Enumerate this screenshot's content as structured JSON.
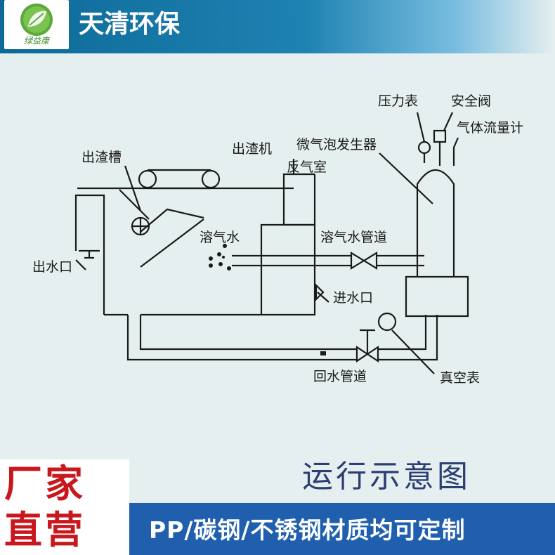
{
  "header": {
    "brand_name": "天清环保",
    "logo_script": "绿益康"
  },
  "diagram": {
    "labels": {
      "pressure_gauge": "压力表",
      "safety_valve": "安全阀",
      "gas_flowmeter": "气体流量计",
      "microbubble_generator": "微气泡发生器",
      "slag_machine": "出渣机",
      "reaction_chamber": "反气室",
      "slag_trough": "出渣槽",
      "dissolved_air_water": "溶气水",
      "dissolved_air_pipe": "溶气水管道",
      "water_outlet": "出水口",
      "water_inlet": "进水口",
      "return_pipe": "回水管道",
      "vacuum_gauge": "真空表"
    },
    "title": "运行示意图"
  },
  "promo": {
    "badge_line1": "厂家",
    "badge_line2": "直营",
    "tagline": "PP/碳钢/不锈钢材质均可定制"
  },
  "colors": {
    "header_blue": "#1e82b2",
    "footer_blue": "#1f5fae",
    "badge_red": "#c8171d",
    "background": "#e6efef",
    "diagram_line": "#1a1a1a",
    "title_navy": "#2c3e74"
  }
}
